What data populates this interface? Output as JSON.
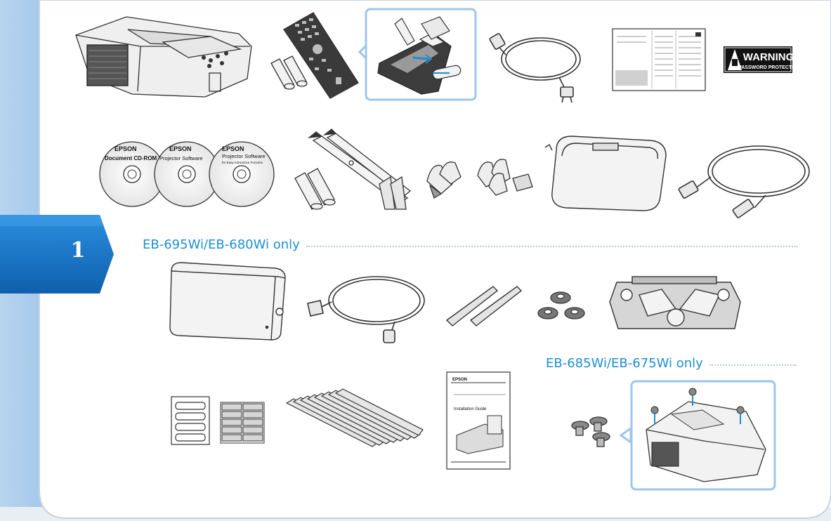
{
  "step": {
    "number": "1"
  },
  "sections": {
    "eb695": {
      "title": "EB-695Wi/EB-680Wi only"
    },
    "eb685": {
      "title": "EB-685Wi/EB-675Wi only"
    }
  },
  "labels": {
    "warning": {
      "title": "WARNING",
      "subtitle": "PASSWORD PROTECTED"
    }
  },
  "cds": [
    {
      "brand": "EPSON",
      "title": "Document CD-ROM",
      "subtitle": ""
    },
    {
      "brand": "EPSON",
      "title": "Projector Software",
      "subtitle": ""
    },
    {
      "brand": "EPSON",
      "title": "Projector Software",
      "subtitle": "for Easy Interactive Function"
    }
  ],
  "guide": {
    "brand": "EPSON",
    "title": "Installation Guide"
  },
  "colors": {
    "accent": "#1e8fd0",
    "tab_blue": "#1673c4",
    "sidebar_blue": "#a9cbeb",
    "highlight_border": "#9ec6ea"
  }
}
